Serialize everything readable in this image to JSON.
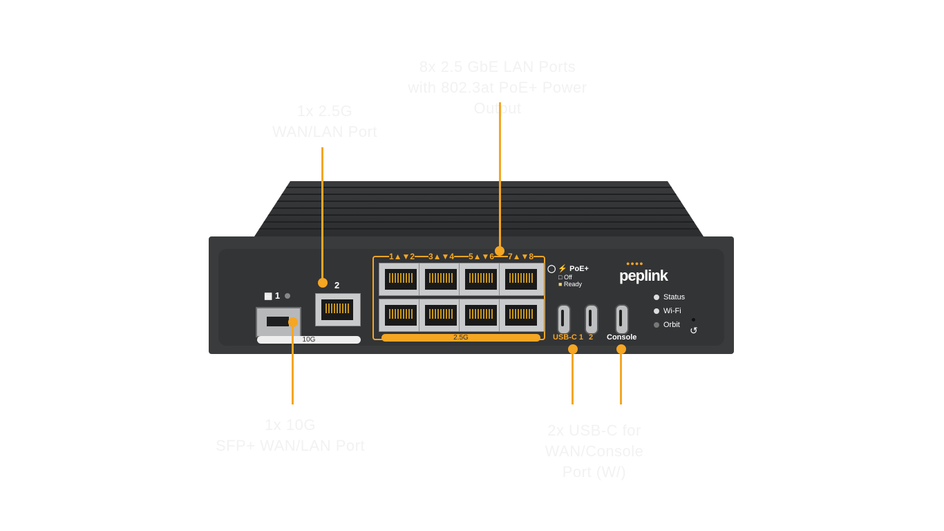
{
  "callouts": {
    "top_center": [
      "8x 2.5 GbE LAN Ports",
      "with 802.3at PoE+ Power Output"
    ],
    "top_left": [
      "1x 2.5G",
      "WAN/LAN Port"
    ],
    "bottom_left": [
      "1x 10G",
      "SFP+ WAN/LAN Port"
    ],
    "bottom_right": [
      "2x USB-C for WAN/Console",
      "Port (W/)"
    ]
  },
  "device": {
    "sfp_port_label": "1",
    "sfp_speed": "10G",
    "rj45_port_label": "2",
    "lan_groups": [
      "1▲▼2",
      "3▲▼4",
      "5▲▼6",
      "7▲▼8"
    ],
    "lan_speed": "2.5G",
    "poe": {
      "title": "PoE+",
      "off": "Off",
      "ready": "Ready"
    },
    "brand": "peplink",
    "usb_labels": {
      "port1": "USB-C 1",
      "port2": "2",
      "console": "Console"
    },
    "leds": [
      "Status",
      "Wi-Fi",
      "Orbit"
    ],
    "reset_symbol": "↺"
  },
  "colors": {
    "accent": "#f5a623",
    "chassis": "#333436"
  }
}
